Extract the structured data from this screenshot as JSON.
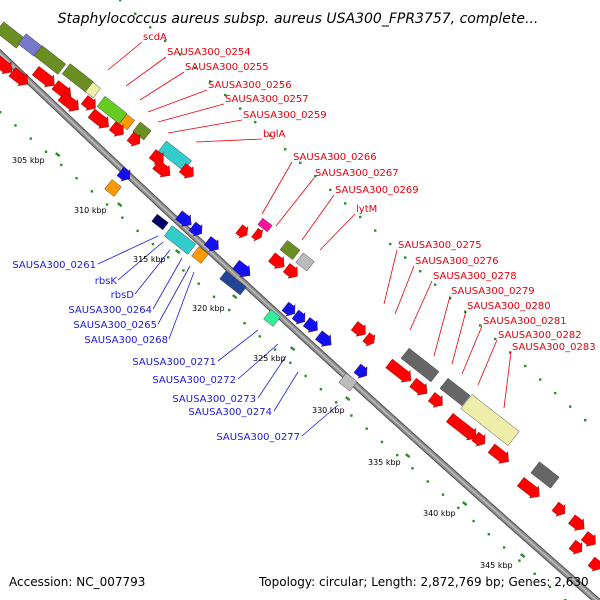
{
  "title": "Staphylococcus aureus subsp. aureus USA300_FPR3757, complete...",
  "footer": {
    "accession": "Accession: NC_007793",
    "topology": "Topology: circular; Length: 2,872,769 bp; Genes: 2,630"
  },
  "colors": {
    "forward_label": "#e8000b",
    "reverse_label": "#1a1adc",
    "backbone": "#8e8e8e",
    "dots": "#2e8b2e",
    "cds_fwd": "#ff0000",
    "cds_rev": "#1111ee",
    "cyan": "#33cccc",
    "olive": "#6b8e23",
    "green": "#66cc22",
    "orange": "#ff9900",
    "grey": "#bbbbbb",
    "dark": "#666666",
    "pale": "#eeeeaa",
    "magenta": "#ff1199",
    "navy": "#000066"
  },
  "ticks": [
    {
      "label": "305 kbp"
    },
    {
      "label": "310 kbp"
    },
    {
      "label": "315 kbp"
    },
    {
      "label": "320 kbp"
    },
    {
      "label": "325 kbp"
    },
    {
      "label": "330 kbp"
    },
    {
      "label": "335 kbp"
    },
    {
      "label": "340 kbp"
    },
    {
      "label": "345 kbp"
    }
  ],
  "forward_labels": [
    "scdA",
    "SAUSA300_0254",
    "SAUSA300_0255",
    "SAUSA300_0256",
    "SAUSA300_0257",
    "SAUSA300_0259",
    "bglA",
    "SAUSA300_0266",
    "SAUSA300_0267",
    "SAUSA300_0269",
    "lytM",
    "SAUSA300_0275",
    "SAUSA300_0276",
    "SAUSA300_0278",
    "SAUSA300_0279",
    "SAUSA300_0280",
    "SAUSA300_0281",
    "SAUSA300_0282",
    "SAUSA300_0283"
  ],
  "reverse_labels": [
    "SAUSA300_0261",
    "rbsK",
    "rbsD",
    "SAUSA300_0264",
    "SAUSA300_0265",
    "SAUSA300_0268",
    "SAUSA300_0271",
    "SAUSA300_0272",
    "SAUSA300_0273",
    "SAUSA300_0274",
    "SAUSA300_0277"
  ]
}
